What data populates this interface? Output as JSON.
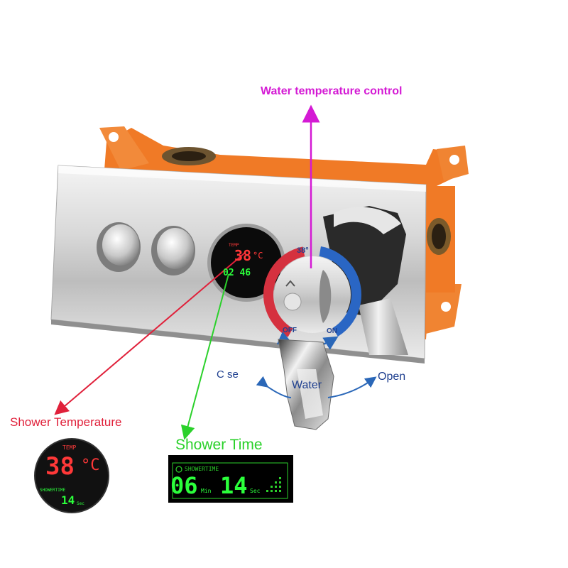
{
  "labels": {
    "water_temperature_control": "Water temperature control",
    "close": "C    se",
    "water": "Water",
    "open": "Open",
    "shower_temperature": "Shower Temperature",
    "shower_time": "Shower Time"
  },
  "dial": {
    "temp_marker": "38°",
    "off": "OFF",
    "on": "ON"
  },
  "display": {
    "temp_label": "TEMP",
    "temp_value": "38",
    "temp_unit": "°C",
    "time_value": "02 46"
  },
  "zoom_temp": {
    "temp_label": "TEMP",
    "temp_value": "38",
    "temp_unit": "°C",
    "time_label": "SHOWERTIME",
    "time_value": "14",
    "time_unit": "Sec"
  },
  "zoom_time": {
    "header": "SHOWERTIME",
    "minutes": "06",
    "min_unit": "Min",
    "seconds": "14",
    "sec_unit": "Sec"
  },
  "colors": {
    "annotation_magenta": "#d41ad4",
    "annotation_red": "#e0203a",
    "annotation_green": "#2bd12b",
    "annotation_blue": "#1e3f8f",
    "bracket_orange": "#f07a26"
  }
}
